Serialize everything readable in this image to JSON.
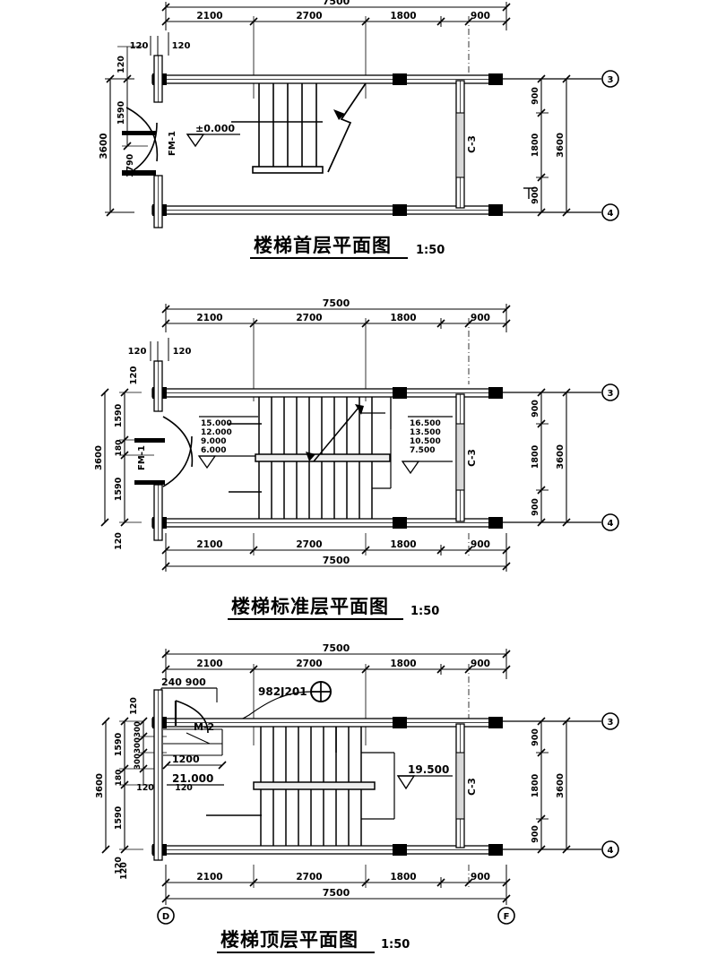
{
  "drawing": {
    "kind": "stair-plan-set",
    "sheet_bg": "#ffffff",
    "ink": "#000000"
  },
  "plans": [
    {
      "id": "ground",
      "title": "楼梯首层平面图",
      "scale": "1:50",
      "top_total": "7500",
      "top_chain": [
        "2100",
        "2700",
        "1800",
        "900"
      ],
      "bottom_total": "",
      "bottom_chain": [],
      "right_total": "3600",
      "right_chain": [
        "900",
        "1800",
        "900"
      ],
      "left_total": "3600",
      "left_chain": [
        "1590",
        "1790"
      ],
      "wall_ticks": [
        "120",
        "120",
        "120"
      ],
      "door_label": "FM-1",
      "window_label": "C-3",
      "elevations": [
        "±0.000"
      ],
      "elevation_lists_left": [],
      "elevation_lists_right": [],
      "grid_right": [
        "3",
        "4"
      ],
      "grid_bottom": [],
      "stair_arrow": "up",
      "notes": []
    },
    {
      "id": "typical",
      "title": "楼梯标准层平面图",
      "scale": "1:50",
      "top_total": "7500",
      "top_chain": [
        "2100",
        "2700",
        "1800",
        "900"
      ],
      "bottom_total": "7500",
      "bottom_chain": [
        "2100",
        "2700",
        "1800",
        "900"
      ],
      "right_total": "3600",
      "right_chain": [
        "900",
        "1800",
        "900"
      ],
      "left_total": "3600",
      "left_chain": [
        "1590",
        "180",
        "1590",
        "120"
      ],
      "wall_ticks": [
        "120",
        "120",
        "120"
      ],
      "door_label": "FM-1",
      "window_label": "C-3",
      "elevations": [],
      "elevation_lists_left": [
        "15.000",
        "12.000",
        "9.000",
        "6.000"
      ],
      "elevation_lists_right": [
        "16.500",
        "13.500",
        "10.500",
        "7.500"
      ],
      "grid_right": [
        "3",
        "4"
      ],
      "grid_bottom": [],
      "stair_arrow": "up-down",
      "notes": []
    },
    {
      "id": "top",
      "title": "楼梯顶层平面图",
      "scale": "1:50",
      "top_total": "7500",
      "top_chain": [
        "2100",
        "2700",
        "1800",
        "900"
      ],
      "bottom_total": "7500",
      "bottom_chain": [
        "2100",
        "2700",
        "1800",
        "900"
      ],
      "right_total": "3600",
      "right_chain": [
        "900",
        "1800",
        "900"
      ],
      "left_total": "3600",
      "left_chain": [
        "1590",
        "180",
        "1590",
        "120"
      ],
      "wall_ticks": [
        "120",
        "120",
        "120",
        "120",
        "120"
      ],
      "stair_run_chain": [
        "300",
        "300",
        "300"
      ],
      "door_label": "M-2",
      "window_label": "C-3",
      "elevations": [
        "21.000",
        "19.500"
      ],
      "elevation_lists_left": [],
      "elevation_lists_right": [],
      "grid_right": [
        "3",
        "4"
      ],
      "grid_bottom": [
        "D",
        "F"
      ],
      "stair_arrow": "down",
      "notes": [
        "240 900",
        "982J201",
        "1200"
      ]
    }
  ]
}
